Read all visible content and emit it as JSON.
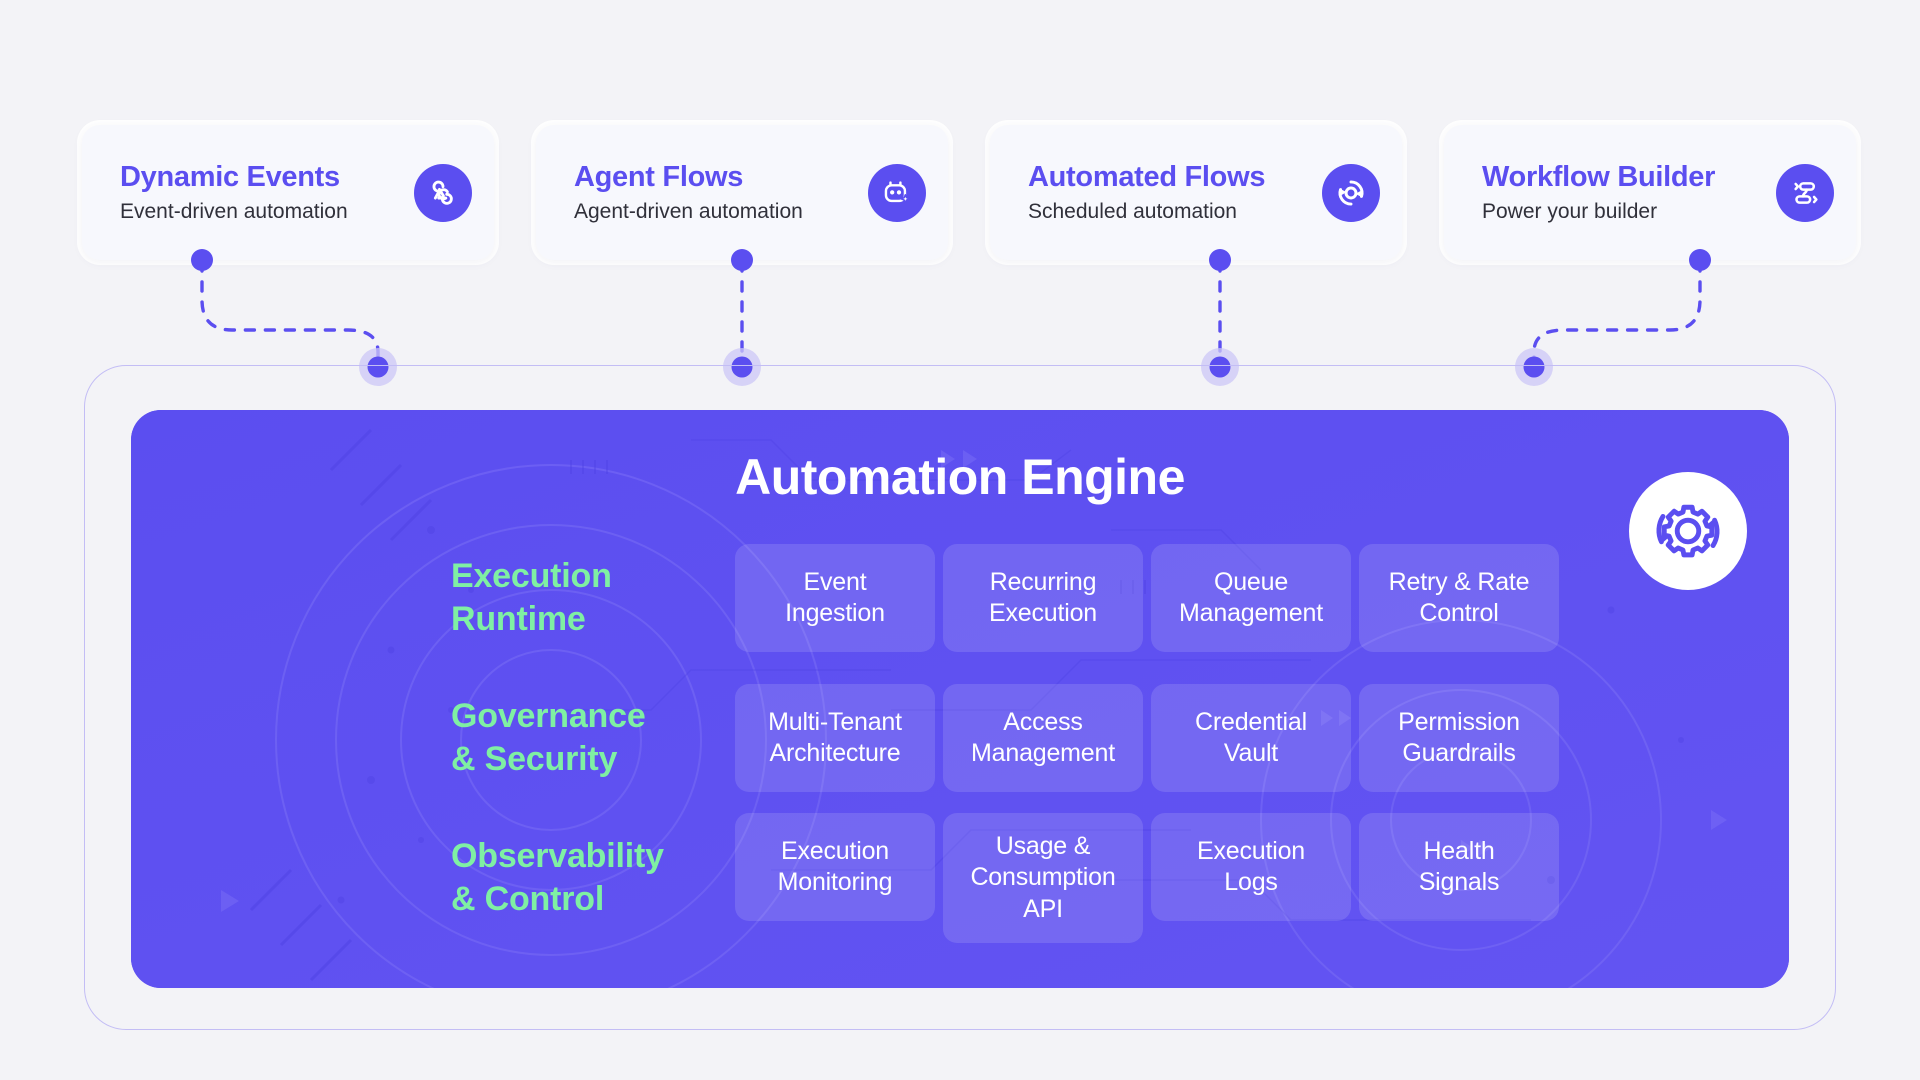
{
  "theme": {
    "page_bg": "#f3f3f7",
    "accent": "#5b4ef0",
    "card_bg": "#f7f8fd",
    "panel_bg": "#5b4ef0",
    "label_green": "#7ff0a3",
    "tile_bg": "rgba(255,255,255,0.13)",
    "shell_border": "#c3bdf5",
    "connector_dot": "#5b4ef0",
    "connector_halo": "#ccc7f7"
  },
  "top_cards": [
    {
      "title": "Dynamic Events",
      "subtitle": "Event-driven automation",
      "icon": "webhook-icon"
    },
    {
      "title": "Agent Flows",
      "subtitle": "Agent-driven automation",
      "icon": "robot-sparkle-icon"
    },
    {
      "title": "Automated Flows",
      "subtitle": "Scheduled automation",
      "icon": "sync-refresh-icon"
    },
    {
      "title": "Workflow Builder",
      "subtitle": "Power your builder",
      "icon": "workflow-blocks-icon"
    }
  ],
  "engine": {
    "title": "Automation Engine",
    "badge_icon": "rotating-gear-icon",
    "rows": [
      {
        "label": "Execution\nRuntime",
        "tiles": [
          "Event\nIngestion",
          "Recurring\nExecution",
          "Queue\nManagement",
          "Retry & Rate\nControl"
        ]
      },
      {
        "label": "Governance\n& Security",
        "tiles": [
          "Multi-Tenant\nArchitecture",
          "Access\nManagement",
          "Credential\nVault",
          "Permission\nGuardrails"
        ]
      },
      {
        "label": "Observability\n& Control",
        "tiles": [
          "Execution\nMonitoring",
          "Usage &\nConsumption\nAPI",
          "Execution\nLogs",
          "Health\nSignals"
        ]
      }
    ]
  }
}
